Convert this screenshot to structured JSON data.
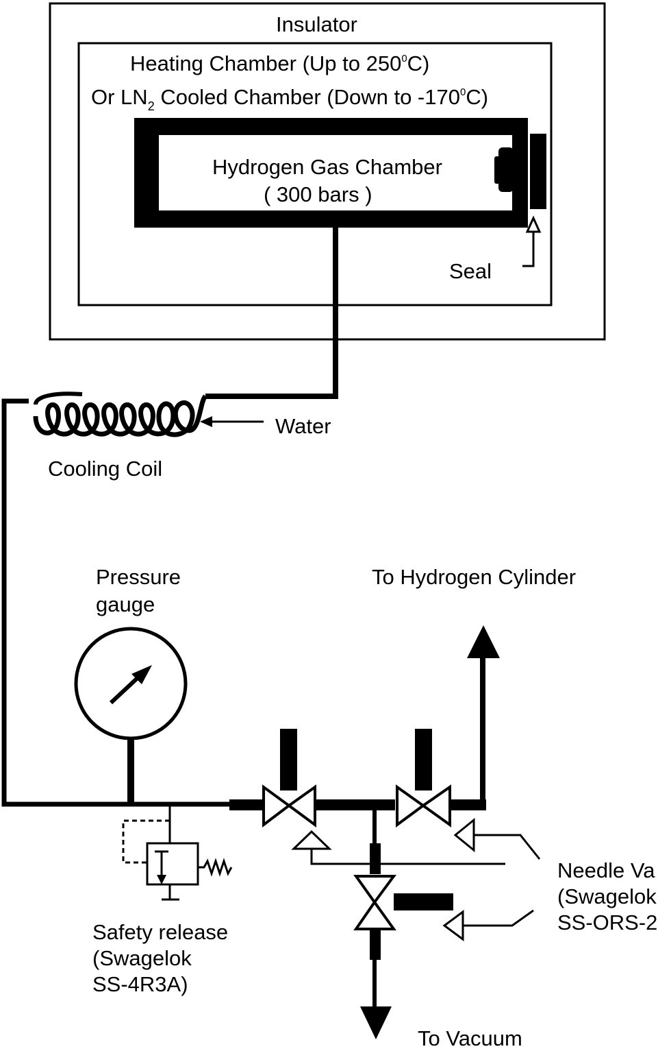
{
  "labels": {
    "insulator": "Insulator",
    "heating_line": {
      "pre": "Heating  Chamber (Up to 250",
      "sup": "0",
      "post": "C)"
    },
    "cooled_line": {
      "pre": "Or LN",
      "sub": "2",
      "mid": " Cooled  Chamber (Down to -170",
      "sup": "0",
      "post": "C)"
    },
    "gas_chamber_1": "Hydrogen Gas Chamber",
    "gas_chamber_2": "( 300 bars )",
    "seal": "Seal",
    "water": "Water",
    "cooling_coil": "Cooling Coil",
    "pressure_gauge_1": "Pressure",
    "pressure_gauge_2": "gauge",
    "to_hydrogen_cylinder": "To Hydrogen Cylinder",
    "needle_valve_1": "Needle Va",
    "needle_valve_2": "(Swagelok",
    "needle_valve_3": "SS-ORS-2",
    "safety_release_1": "Safety release",
    "safety_release_2": "(Swagelok",
    "safety_release_3": "SS-4R3A)",
    "to_vacuum": "To Vacuum"
  },
  "colors": {
    "ink": "#000000",
    "paper": "#ffffff"
  }
}
